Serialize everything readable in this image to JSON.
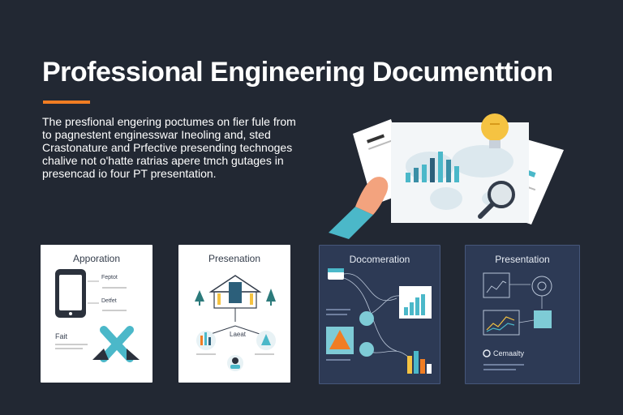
{
  "hero": {
    "title": "Professional Engineering Documenttion",
    "body_lines": [
      "The presfional engering poctumes on fier fule from",
      "to pagnestent enginesswar Ineoling and, sted",
      "Crastonature and Prfective presending technoges",
      "chalive not o'hatte ratrias apere tmch gutages in",
      "presencad io four PT presentation."
    ]
  },
  "cards": [
    {
      "title": "Apporation",
      "labels": [
        "Feptot",
        "Detfet",
        "Fait"
      ]
    },
    {
      "title": "Presenation",
      "labels": [
        "Laeat"
      ]
    },
    {
      "title": "Docomeration",
      "labels": []
    },
    {
      "title": "Presentation",
      "labels": [
        "Cemaalty"
      ]
    }
  ],
  "colors": {
    "background": "#222833",
    "accent": "#f07d23",
    "teal": "#4bb8c9",
    "navy": "#2d3a55",
    "yellow": "#f5c342"
  }
}
